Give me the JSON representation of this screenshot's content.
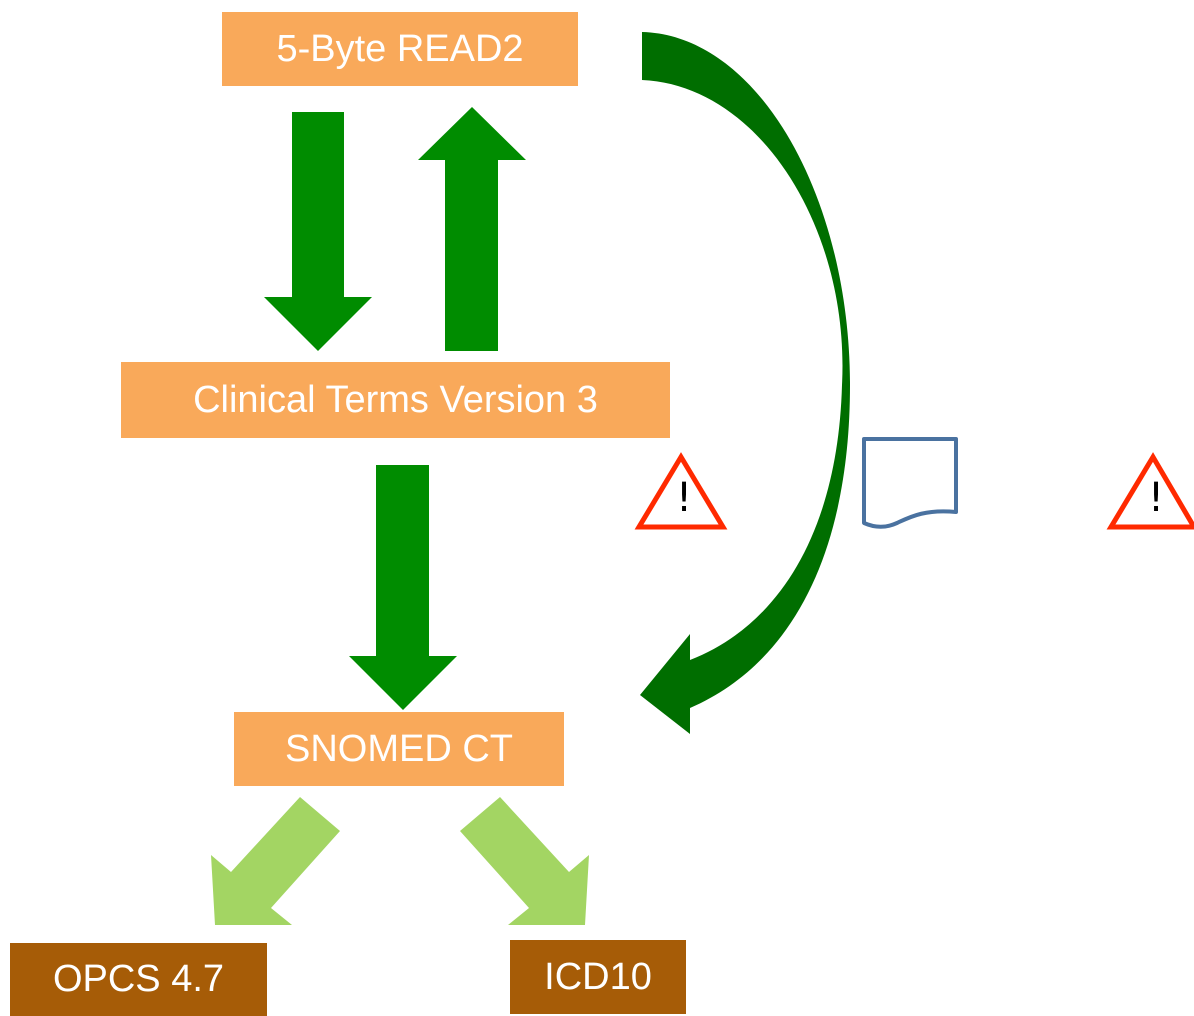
{
  "nodes": {
    "read2": "5-Byte READ2",
    "ctv3": "Clinical Terms Version 3",
    "snomed": "SNOMED CT",
    "opcs": "OPCS 4.7",
    "icd10": "ICD10"
  },
  "warnings": {
    "mark_1": "!",
    "mark_2": "!"
  },
  "icons": {
    "warning": "warning-triangle-icon",
    "document": "document-icon"
  },
  "colors": {
    "box_orange": "#f9a95a",
    "box_brown": "#a65c07",
    "arrow_green": "#008c00",
    "arrow_dark_green": "#006e00",
    "arrow_light_green": "#a3d563",
    "warning_red": "#ff2a00",
    "document_blue": "#4a72a0",
    "text_white": "#ffffff"
  }
}
